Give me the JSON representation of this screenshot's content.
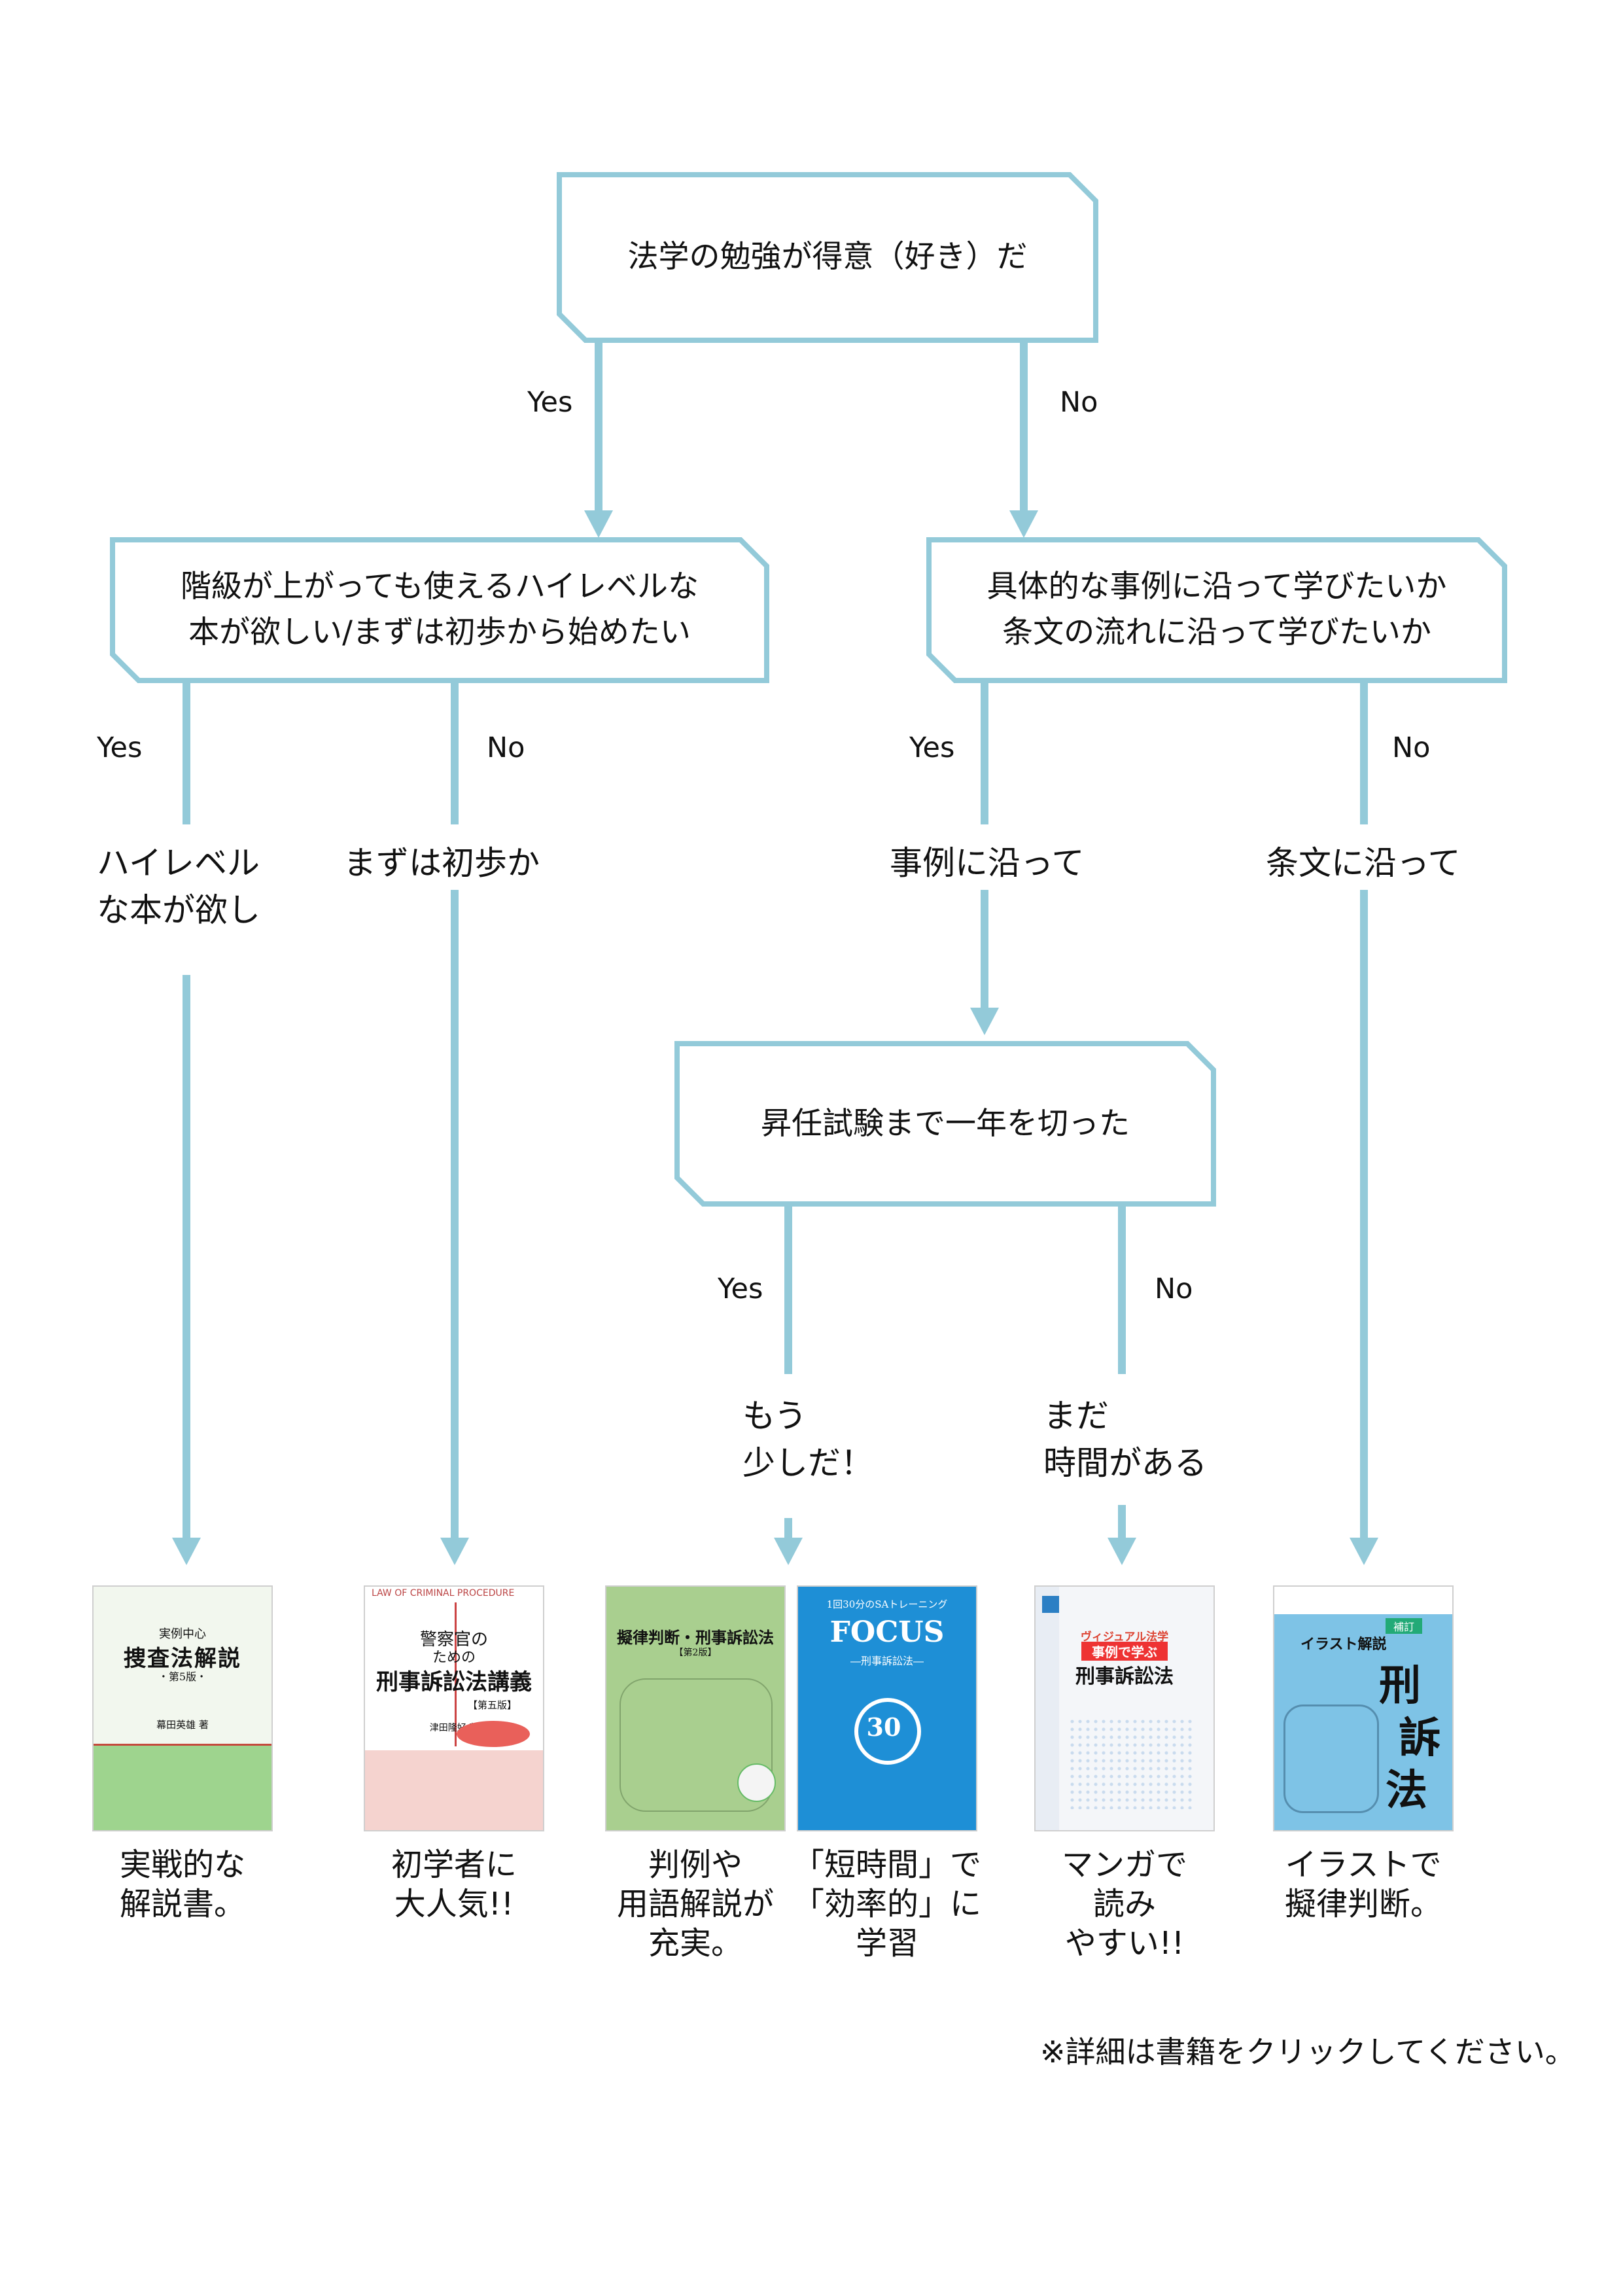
{
  "colors": {
    "line": "#93cad9",
    "node_fill": "#ffffff"
  },
  "nodes": {
    "root": "法学の勉強が得意（好き）だ",
    "left_line1": "階級が上がっても使えるハイレベルな",
    "left_line2": "本が欲しい/まずは初歩から始めたい",
    "right_line1": "具体的な事例に沿って学びたいか",
    "right_line2": "条文の流れに沿って学びたいか",
    "exam": "昇任試験まで一年を切った"
  },
  "branches": {
    "root_yes": "Yes",
    "root_no": "No",
    "left_yes": "Yes",
    "left_no": "No",
    "right_yes": "Yes",
    "right_no": "No",
    "exam_yes": "Yes",
    "exam_no": "No"
  },
  "paths": {
    "highlevel": "ハイレベル\nな本が欲し",
    "beginner": "まずは初歩か",
    "cases": "事例に沿って",
    "articles": "条文に沿って",
    "almost": "もう\n少しだ！",
    "time_left": "まだ\n時間がある"
  },
  "books": [
    {
      "id": "sousa",
      "cover_lines": [
        "実例中心",
        "捜査法解説",
        "・第5版・",
        "幕田英雄 著"
      ],
      "caption": "実戦的な\n解説書。"
    },
    {
      "id": "keisatsukan",
      "cover_lines": [
        "LAW OF CRIMINAL PROCEDURE",
        "警察官の",
        "ための",
        "刑事訴訟法講義",
        "【第五版】",
        "津田隆好 著"
      ],
      "caption": "初学者に\n大人気!!"
    },
    {
      "id": "giritsu",
      "cover_lines": [
        "擬律判断・刑事訴訟法",
        "【第2版】"
      ],
      "caption": "判例や\n用語解説が\n充実。"
    },
    {
      "id": "focus",
      "cover_lines": [
        "1回30分のSAトレーニング",
        "FOCUS",
        "―刑事訴訟法―",
        "30"
      ],
      "caption": "「短時間」で\n「効率的」に\n学習"
    },
    {
      "id": "visual",
      "cover_lines": [
        "ヴィジュアル法学",
        "事例で学ぶ",
        "刑事訴訟法"
      ],
      "caption": "マンガで\n読み\nやすい!!"
    },
    {
      "id": "illust",
      "cover_lines": [
        "補訂",
        "イラスト解説",
        "刑",
        "訴",
        "法"
      ],
      "caption": "イラストで\n擬律判断。"
    }
  ],
  "note": "※詳細は書籍をクリックしてください。"
}
